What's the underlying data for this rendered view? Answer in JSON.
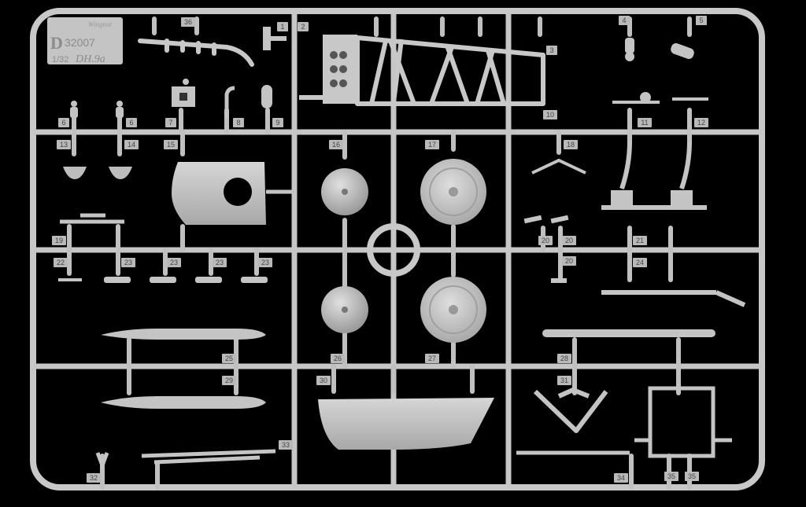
{
  "kit": {
    "sprue_letter": "D",
    "kit_code": "32007",
    "scale": "1/32",
    "model": "DH.9a",
    "brand_mark": "Wingnut"
  },
  "part_numbers": [
    "1",
    "2",
    "3",
    "4",
    "5",
    "6",
    "6",
    "7",
    "8",
    "9",
    "10",
    "11",
    "12",
    "13",
    "14",
    "15",
    "16",
    "17",
    "18",
    "19",
    "20",
    "20",
    "20",
    "21",
    "22",
    "23",
    "23",
    "23",
    "23",
    "24",
    "25",
    "26",
    "27",
    "28",
    "29",
    "30",
    "31",
    "32",
    "33",
    "34",
    "35",
    "35",
    "36"
  ],
  "colors": {
    "background": "#000000",
    "plastic": "#c8c8c8",
    "plastic_shade": "#9e9e9e",
    "label": "#b9b9b9",
    "label_text": "#444444"
  }
}
